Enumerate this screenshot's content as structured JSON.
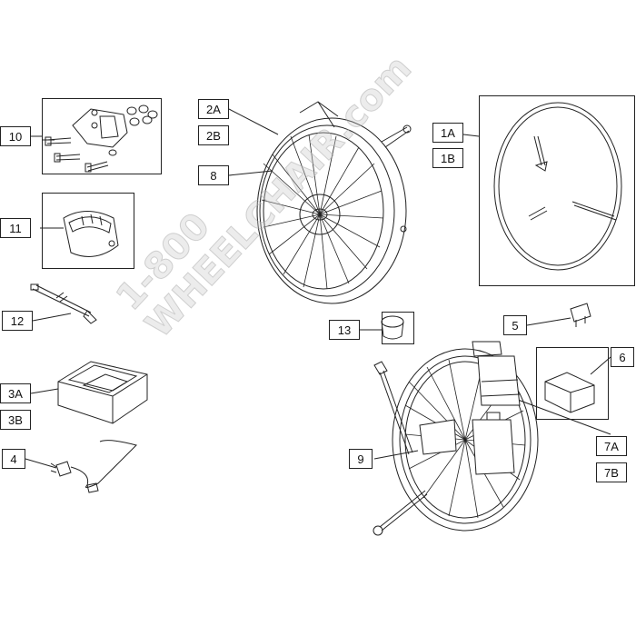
{
  "labels": {
    "l10": "10",
    "l11": "11",
    "l12": "12",
    "l3A": "3A",
    "l3B": "3B",
    "l4": "4",
    "l2A": "2A",
    "l2B": "2B",
    "l8": "8",
    "l1A": "1A",
    "l1B": "1B",
    "l5": "5",
    "l13": "13",
    "l6": "6",
    "l9": "9",
    "l7A": "7A",
    "l7B": "7B"
  },
  "watermark": {
    "line1": "1-800",
    "line2": "WHEELCHAIR.com"
  },
  "colors": {
    "line": "#222222",
    "watermark": "#c8c8c8"
  }
}
